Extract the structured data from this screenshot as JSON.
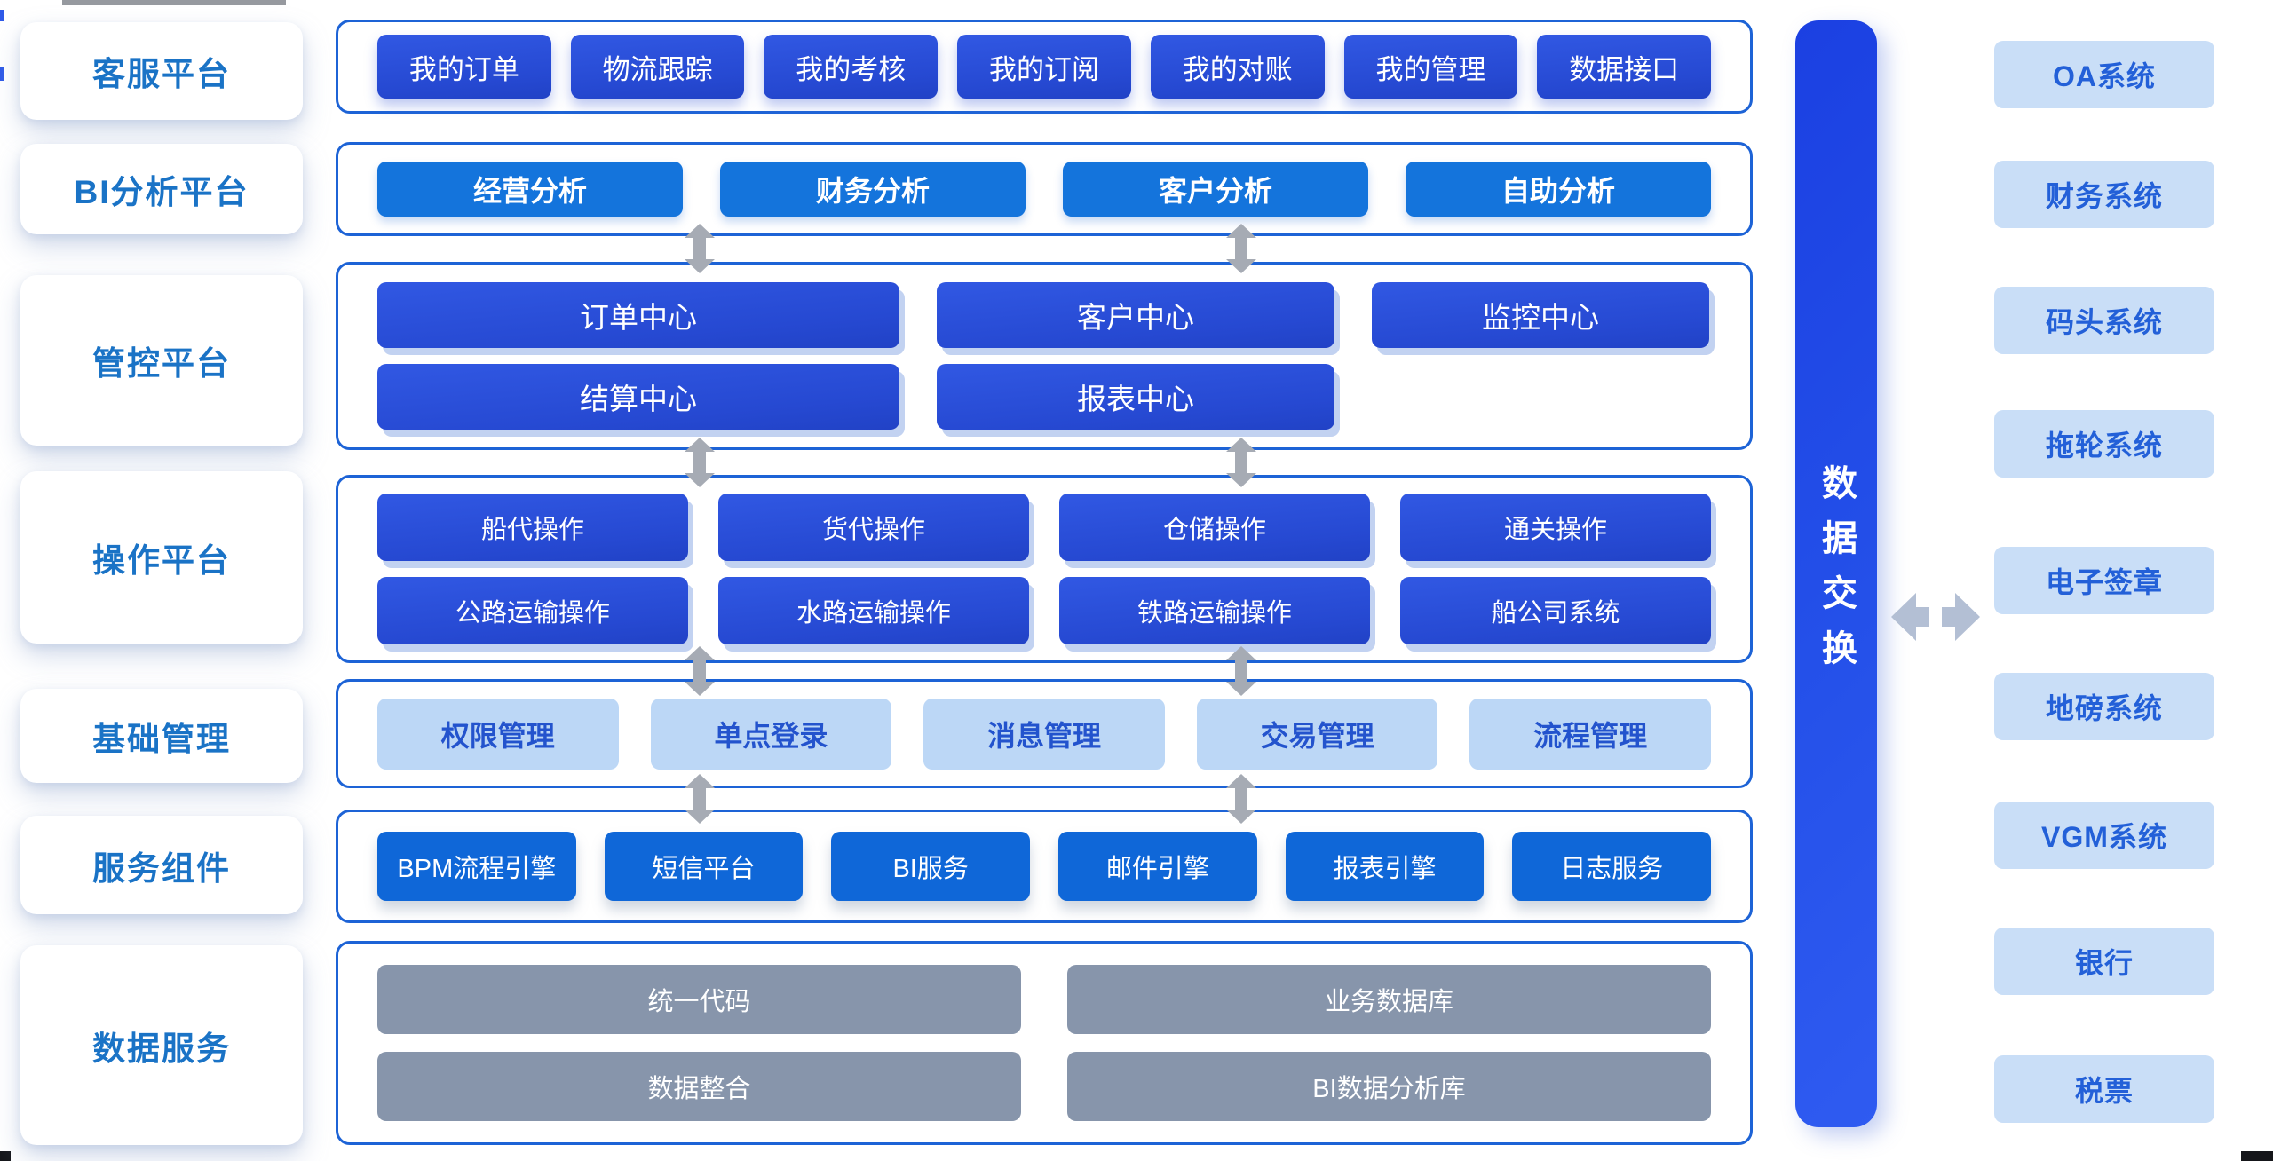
{
  "sidebar": {
    "items": [
      {
        "label": "客服平台"
      },
      {
        "label": "BI分析平台"
      },
      {
        "label": "管控平台"
      },
      {
        "label": "操作平台"
      },
      {
        "label": "基础管理"
      },
      {
        "label": "服务组件"
      },
      {
        "label": "数据服务"
      }
    ]
  },
  "panels": {
    "customer_service": {
      "buttons": [
        "我的订单",
        "物流跟踪",
        "我的考核",
        "我的订阅",
        "我的对账",
        "我的管理",
        "数据接口"
      ]
    },
    "bi_analysis": {
      "buttons": [
        "经营分析",
        "财务分析",
        "客户分析",
        "自助分析"
      ]
    },
    "control": {
      "rows": [
        [
          "订单中心",
          "客户中心",
          "监控中心"
        ],
        [
          "结算中心",
          "报表中心"
        ]
      ]
    },
    "operation": {
      "rows": [
        [
          "船代操作",
          "货代操作",
          "仓储操作",
          "通关操作"
        ],
        [
          "公路运输操作",
          "水路运输操作",
          "铁路运输操作",
          "船公司系统"
        ]
      ]
    },
    "base_management": {
      "buttons": [
        "权限管理",
        "单点登录",
        "消息管理",
        "交易管理",
        "流程管理"
      ]
    },
    "service_components": {
      "buttons": [
        "BPM流程引擎",
        "短信平台",
        "BI服务",
        "邮件引擎",
        "报表引擎",
        "日志服务"
      ]
    },
    "data_service": {
      "rows": [
        [
          "统一代码",
          "业务数据库"
        ],
        [
          "数据整合",
          "BI数据分析库"
        ]
      ]
    }
  },
  "exchange_bar": {
    "label": "数据交换"
  },
  "external_systems": [
    "OA系统",
    "财务系统",
    "码头系统",
    "拖轮系统",
    "电子签章",
    "地磅系统",
    "VGM系统",
    "银行",
    "税票"
  ],
  "colors": {
    "panel_border": "#1d63d6",
    "dark_button": "#2a50d8",
    "azure_button": "#1474dc",
    "medium_button": "#0f67d8",
    "light_button": "#bcd7f6",
    "gray_button": "#8795ab",
    "external_box": "#c9def7",
    "exchange_bar": "#2450e9",
    "sidebar_text": "#1a73c6",
    "light_button_text": "#2353cd",
    "arrow_gray": "#a6abb4"
  }
}
